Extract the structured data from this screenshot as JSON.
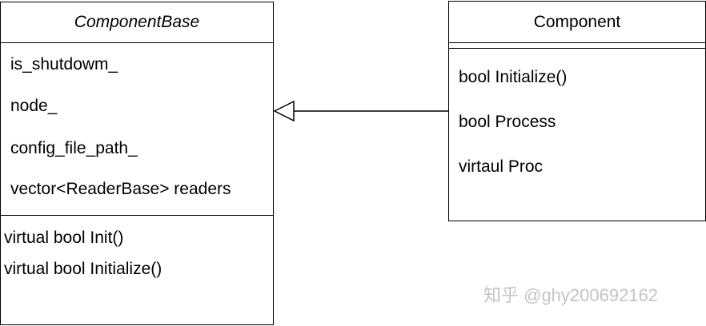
{
  "component_base": {
    "name": "ComponentBase",
    "attributes": [
      "is_shutdowm_",
      "node_",
      "config_file_path_",
      "vector<ReaderBase> readers"
    ],
    "operations": [
      "virtual bool Init()",
      "virtual bool Initialize()"
    ]
  },
  "component": {
    "name": "Component",
    "operations": [
      "bool Initialize()",
      "bool Process",
      "virtaul Proc"
    ]
  },
  "relation": {
    "type": "inheritance",
    "from": "Component",
    "to": "ComponentBase"
  },
  "watermark": "知乎 @ghy200692162"
}
